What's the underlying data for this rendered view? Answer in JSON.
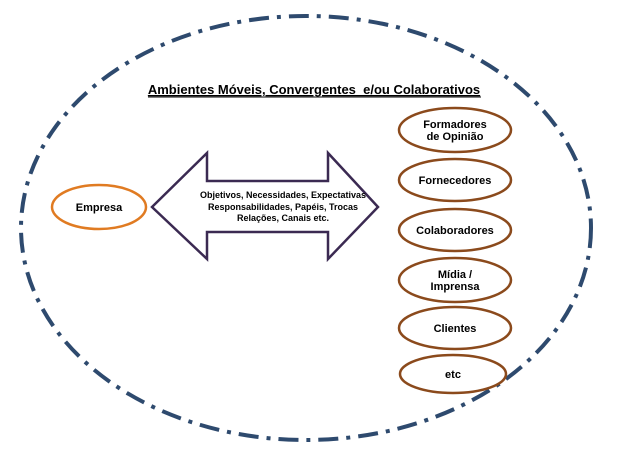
{
  "title": "Ambientes Móveis, Convergentes  e/ou Colaborativos",
  "company": "Empresa",
  "arrow_lines": [
    "Objetivos, Necessidades, Expectativas",
    "Responsabilidades, Papéis, Trocas",
    "Relações, Canais etc."
  ],
  "stakeholders": [
    {
      "lines": [
        "Formadores",
        "de Opinião"
      ]
    },
    {
      "lines": [
        "Fornecedores"
      ]
    },
    {
      "lines": [
        "Colaboradores"
      ]
    },
    {
      "lines": [
        "Mídia /",
        "Imprensa"
      ]
    },
    {
      "lines": [
        "Clientes"
      ]
    },
    {
      "lines": [
        "etc"
      ]
    }
  ],
  "colors": {
    "outer_border": "#2e4a6e",
    "node_border_company": "#e07b22",
    "node_border_stakeholder": "#8b4a1c",
    "arrow_border": "#3b2a52"
  }
}
